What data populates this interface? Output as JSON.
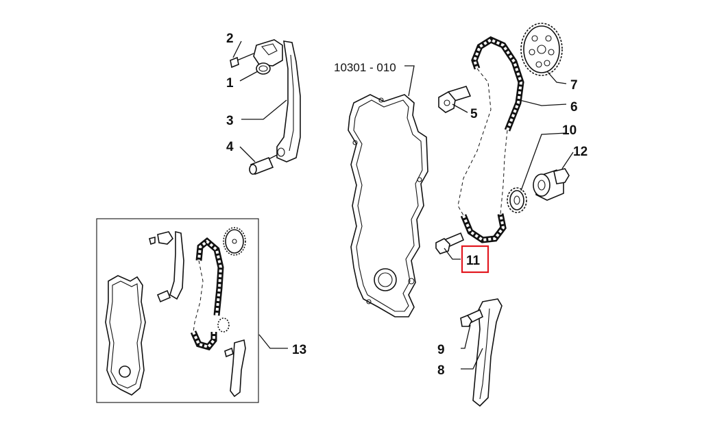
{
  "group_code": "10301 - 010",
  "highlight_color": "#e2161e",
  "callouts": {
    "c1": "1",
    "c2": "2",
    "c3": "3",
    "c4": "4",
    "c5": "5",
    "c6": "6",
    "c7": "7",
    "c8": "8",
    "c9": "9",
    "c10": "10",
    "c11": "11",
    "c12": "12",
    "c13": "13"
  },
  "highlighted_callout": "11"
}
